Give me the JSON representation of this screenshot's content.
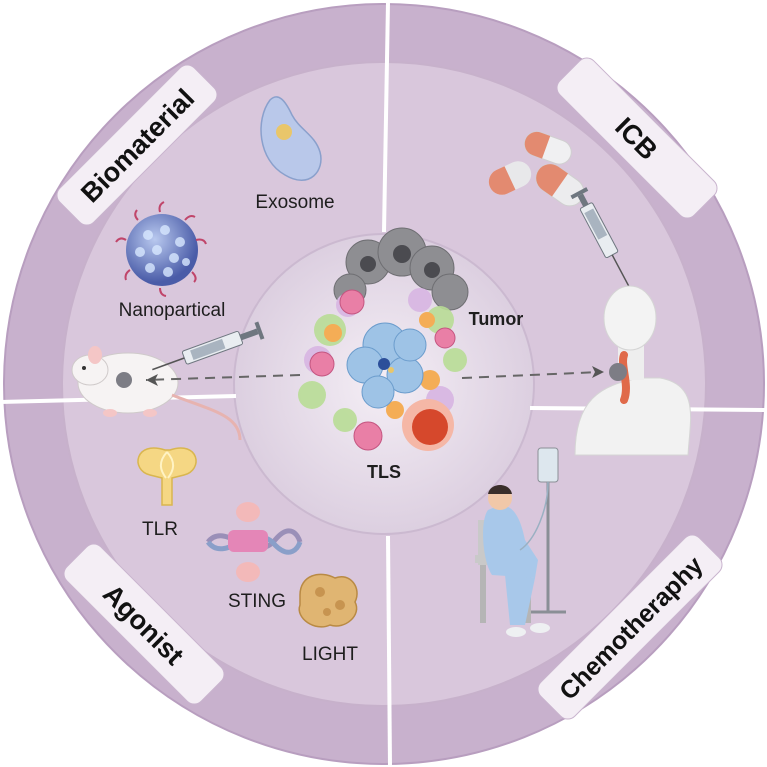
{
  "sections": {
    "top_left": "Biomaterial",
    "top_right": "ICB",
    "bottom_left": "Agonist",
    "bottom_right": "Chemotheraphy"
  },
  "labels": {
    "exosome": "Exosome",
    "nanoparticle": "Nanopartical",
    "tumor": "Tumor",
    "tls": "TLS",
    "tlr": "TLR",
    "sting": "STING",
    "light": "LIGHT"
  },
  "colors": {
    "outer_ring": "#c5aecb",
    "middle_ring": "#d6c3d8",
    "inner_circle": "#e4d8e6",
    "tab_fill": "#f3edf3",
    "tumor_gray": "#9a9a9a",
    "cell_blue": "#8fbadf",
    "cell_pink": "#e07aa0",
    "cell_orange": "#f0a050",
    "cell_green": "#9cc97a",
    "cell_red": "#d6482c"
  },
  "icons": [
    "exosome-icon",
    "nanoparticle-icon",
    "mouse-icon",
    "syringe-icon",
    "capsule-icon",
    "human-bust-icon",
    "tlr-receptor-icon",
    "sting-dna-icon",
    "light-protein-icon",
    "patient-iv-icon",
    "tls-cell-cluster-icon"
  ]
}
